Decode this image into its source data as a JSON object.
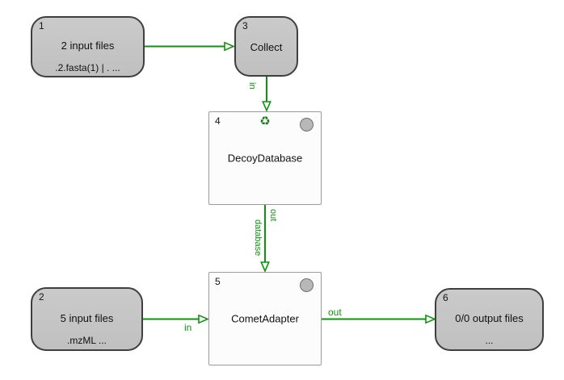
{
  "colors": {
    "edge_green": "#0f930f",
    "gray_node_fill": "#c0c0c0",
    "gray_node_fill_light": "#cacaca",
    "gray_node_border": "#3f3f3f",
    "tool_node_fill": "#fcfcfc",
    "tool_node_border": "#9c9c9c",
    "status_circle_fill": "#b8b8b8"
  },
  "icons": {
    "recycle_glyph": "♻"
  },
  "nodes": [
    {
      "num": "1",
      "type": "input-files",
      "title": "2 input files",
      "subtitle": ".2.fasta(1) | . ..."
    },
    {
      "num": "2",
      "type": "input-files",
      "title": "5 input files",
      "subtitle": ".mzML ..."
    },
    {
      "num": "3",
      "type": "merger",
      "title": "Collect"
    },
    {
      "num": "4",
      "type": "tool",
      "title": "DecoyDatabase"
    },
    {
      "num": "5",
      "type": "tool",
      "title": "CometAdapter"
    },
    {
      "num": "6",
      "type": "output-files",
      "title": "0/0 output files",
      "subtitle": "..."
    }
  ],
  "edges": [
    {
      "from": "1",
      "to": "3"
    },
    {
      "from": "3",
      "to": "4",
      "target_port": "in"
    },
    {
      "from": "4",
      "to": "5",
      "source_port": "out",
      "target_port": "database"
    },
    {
      "from": "2",
      "to": "5",
      "target_port": "in"
    },
    {
      "from": "5",
      "to": "6",
      "source_port": "out"
    }
  ]
}
